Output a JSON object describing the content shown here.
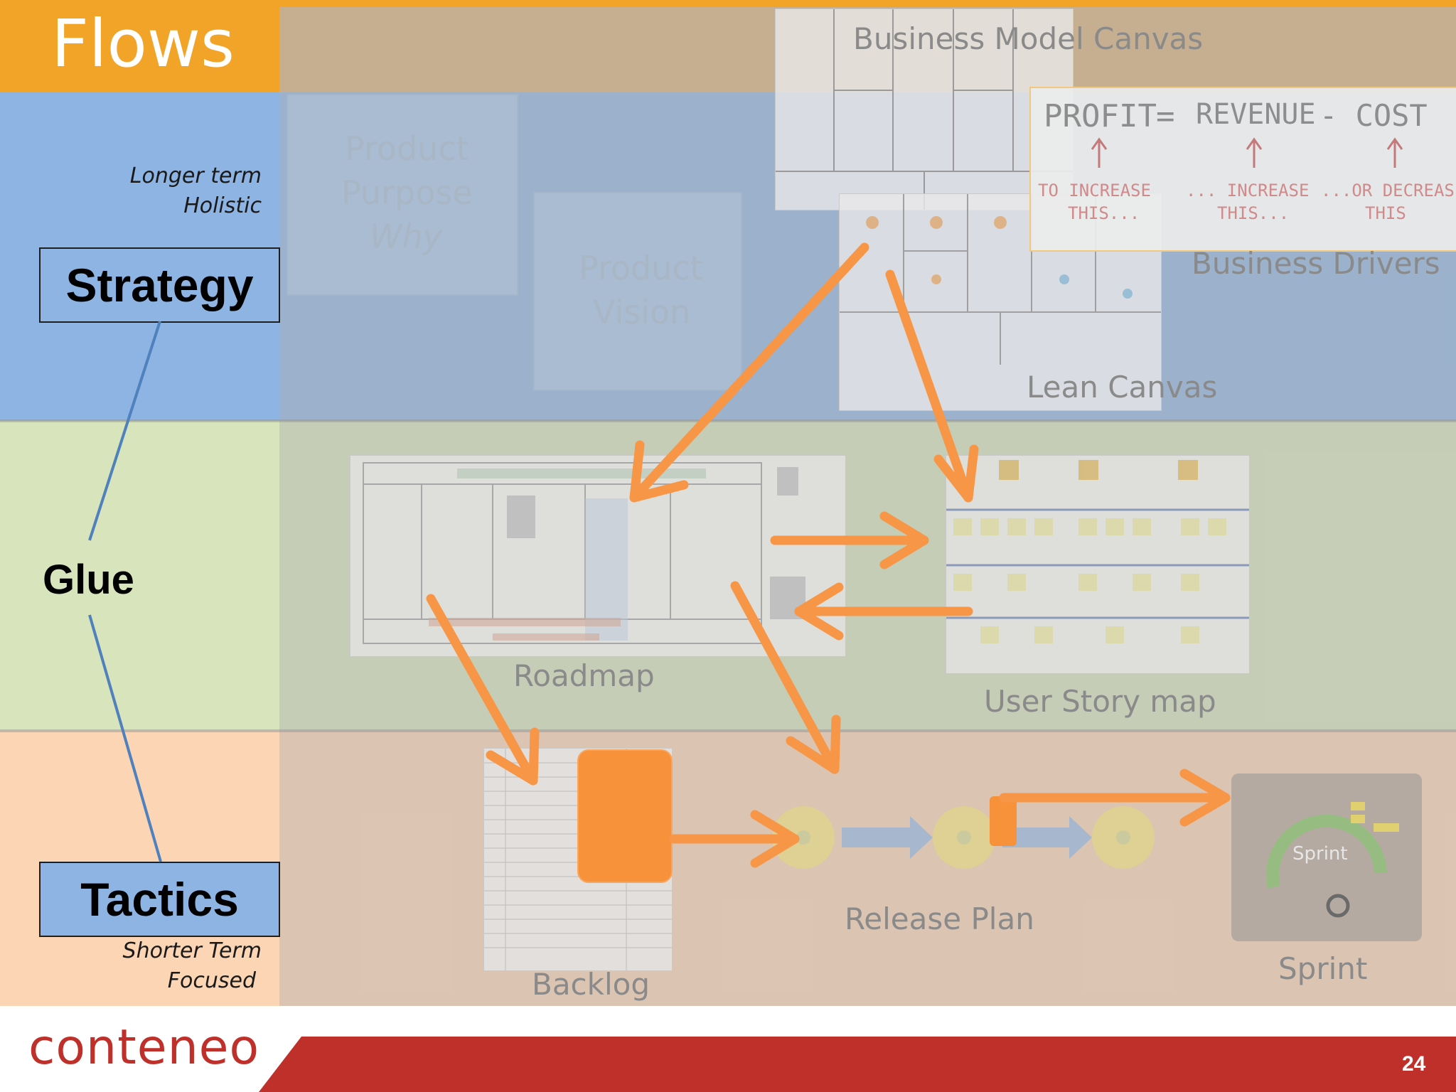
{
  "slide": {
    "title": "Flows",
    "page_number": "24",
    "logo_text": "conteneo"
  },
  "left_column": {
    "strategy": {
      "note_line1": "Longer term",
      "note_line2": "Holistic",
      "label": "Strategy"
    },
    "glue": {
      "label": "Glue"
    },
    "tactics": {
      "label": "Tactics",
      "note_line1": "Shorter Term",
      "note_line2": "Focused"
    }
  },
  "artifacts": {
    "business_model_canvas": "Business Model Canvas",
    "product_purpose": {
      "line1": "Product",
      "line2": "Purpose",
      "line3": "Why"
    },
    "product_vision": {
      "line1": "Product",
      "line2": "Vision"
    },
    "business_drivers": "Business Drivers",
    "lean_canvas": "Lean Canvas",
    "roadmap": "Roadmap",
    "user_story_map": "User Story map",
    "release_plan": "Release Plan",
    "backlog": "Backlog",
    "sprint": "Sprint"
  },
  "whiteboard": {
    "profit": "PROFIT",
    "equals": "=",
    "revenue": "REVENUE",
    "cost": "- COST",
    "note1_line1": "TO INCREASE",
    "note1_line2": "THIS...",
    "note2_line1": "... INCREASE",
    "note2_line2": "THIS...",
    "note3_line1": "...OR DECREASE",
    "note3_line2": "THIS"
  },
  "sprint_graphic": {
    "label": "Sprint"
  },
  "colors": {
    "title_bar": "#f2a428",
    "strategy_band": "#8db4e2",
    "glue_band": "#d8e4bc",
    "tactics_band": "#fcd5b5",
    "arrow": "#f79646",
    "footer_red": "#c0302a",
    "connector_line": "#4f81bd"
  }
}
